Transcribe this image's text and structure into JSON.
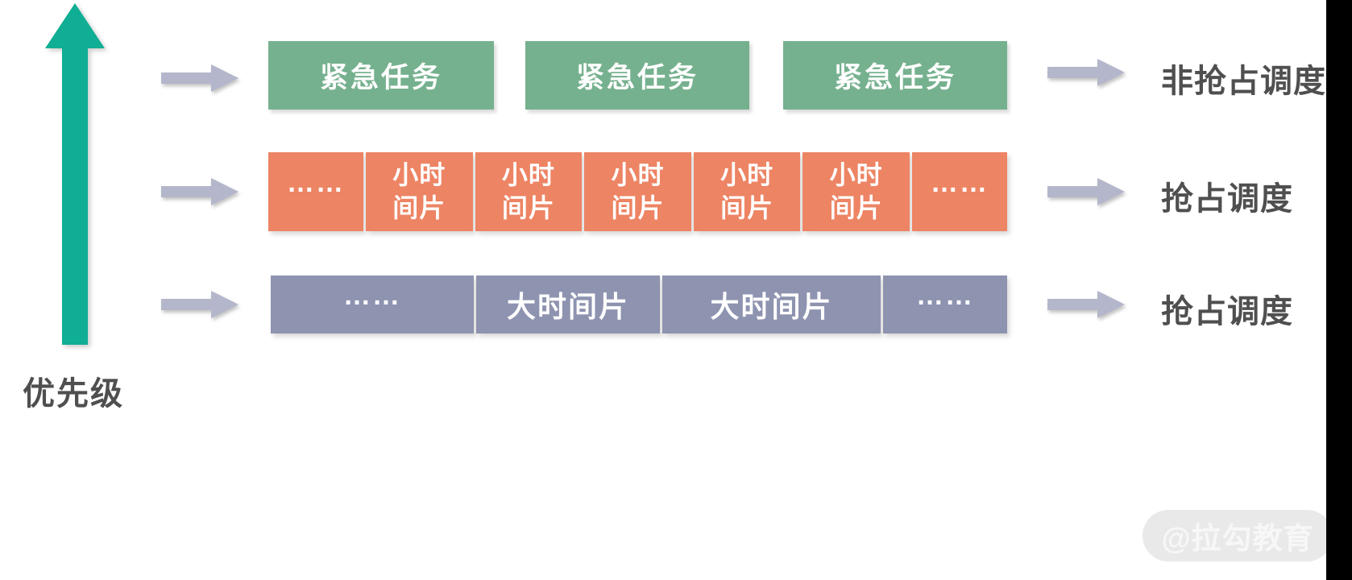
{
  "axis": {
    "label": "优先级"
  },
  "rows": [
    {
      "name": "urgent-tasks",
      "boxes": [
        "紧急任务",
        "紧急任务",
        "紧急任务"
      ],
      "label": "非抢占调度"
    },
    {
      "name": "small-time-slices",
      "cells": [
        {
          "text": "……"
        },
        {
          "line1": "小时",
          "line2": "间片"
        },
        {
          "line1": "小时",
          "line2": "间片"
        },
        {
          "line1": "小时",
          "line2": "间片"
        },
        {
          "line1": "小时",
          "line2": "间片"
        },
        {
          "line1": "小时",
          "line2": "间片"
        },
        {
          "text": "……"
        }
      ],
      "label": "抢占调度"
    },
    {
      "name": "large-time-slices",
      "cells": [
        {
          "text": "……"
        },
        {
          "text": "大时间片"
        },
        {
          "text": "大时间片"
        },
        {
          "text": "……"
        }
      ],
      "label": "抢占调度"
    }
  ],
  "watermark": {
    "text": "@拉勾教育"
  },
  "colors": {
    "priority_arrow": "#10ae94",
    "urgent_task": "#76b18f",
    "small_slice": "#ed8464",
    "large_slice": "#8e93b0",
    "flow_arrow": "#b4b7cb",
    "label_text": "#4f4f4f",
    "watermark_bg": "#e9e9e9",
    "watermark_text": "#f7f7f7"
  }
}
